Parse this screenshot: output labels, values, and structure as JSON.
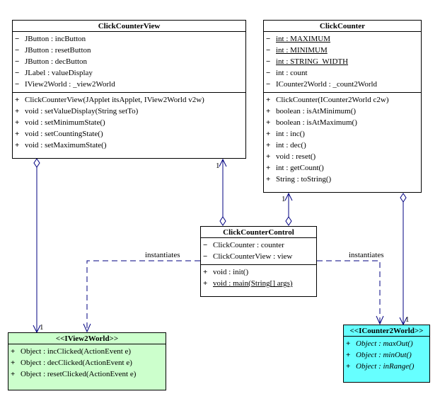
{
  "classes": {
    "view": {
      "name": "ClickCounterView",
      "attributes": [
        {
          "vis": "−",
          "text": "JButton : incButton"
        },
        {
          "vis": "−",
          "text": "JButton : resetButton"
        },
        {
          "vis": "−",
          "text": "JButton : decButton"
        },
        {
          "vis": "−",
          "text": "JLabel : valueDisplay"
        },
        {
          "vis": "−",
          "text": "IView2World : _view2World"
        }
      ],
      "operations": [
        {
          "vis": "+",
          "text": "ClickCounterView(JApplet itsApplet, IView2World v2w)"
        },
        {
          "vis": "+",
          "text": "void : setValueDisplay(String setTo)"
        },
        {
          "vis": "+",
          "text": "void : setMinimumState()"
        },
        {
          "vis": "+",
          "text": "void : setCountingState()"
        },
        {
          "vis": "+",
          "text": "void : setMaximumState()"
        }
      ]
    },
    "counter": {
      "name": "ClickCounter",
      "attributes": [
        {
          "vis": "−",
          "text": "int : MAXIMUM",
          "underline": true
        },
        {
          "vis": "−",
          "text": "int : MINIMUM",
          "underline": true
        },
        {
          "vis": "−",
          "text": "int : STRING_WIDTH",
          "underline": true
        },
        {
          "vis": "−",
          "text": "int : count"
        },
        {
          "vis": "−",
          "text": "ICounter2World : _count2World"
        }
      ],
      "operations": [
        {
          "vis": "+",
          "text": "ClickCounter(ICounter2World c2w)"
        },
        {
          "vis": "+",
          "text": "boolean : isAtMinimum()"
        },
        {
          "vis": "+",
          "text": "boolean : isAtMaximum()"
        },
        {
          "vis": "+",
          "text": "int : inc()"
        },
        {
          "vis": "+",
          "text": "int : dec()"
        },
        {
          "vis": "+",
          "text": "void : reset()"
        },
        {
          "vis": "+",
          "text": "int : getCount()"
        },
        {
          "vis": "+",
          "text": "String : toString()"
        }
      ]
    },
    "control": {
      "name": "ClickCounterControl",
      "attributes": [
        {
          "vis": "−",
          "text": "ClickCounter : counter"
        },
        {
          "vis": "−",
          "text": "ClickCounterView : view"
        }
      ],
      "operations": [
        {
          "vis": "+",
          "text": "void : init()"
        },
        {
          "vis": "+",
          "text": "void : main(String[] args)",
          "underline": true
        }
      ]
    },
    "iview": {
      "name": "<<IView2World>>",
      "color": "#ccffcc",
      "attributes": [],
      "operations": [
        {
          "vis": "+",
          "text": "Object : incClicked(ActionEvent e)"
        },
        {
          "vis": "+",
          "text": "Object : decClicked(ActionEvent e)"
        },
        {
          "vis": "+",
          "text": "Object : resetClicked(ActionEvent e)"
        }
      ]
    },
    "icounter": {
      "name": "<<ICounter2World>>",
      "color": "#66ffff",
      "attributes": [],
      "operations": [
        {
          "vis": "+",
          "text": "Object : maxOut()",
          "italic": true
        },
        {
          "vis": "+",
          "text": "Object : minOut()",
          "italic": true
        },
        {
          "vis": "+",
          "text": "Object : inRange()",
          "italic": true
        }
      ]
    }
  },
  "labels": {
    "instantiates_left": "instantiates",
    "instantiates_right": "instantiates",
    "mult_view_control": "1",
    "mult_counter_control": "1",
    "mult_iview": "1",
    "mult_icounter": "1"
  },
  "colors": {
    "association": "#000080",
    "dependency": "#000080"
  }
}
